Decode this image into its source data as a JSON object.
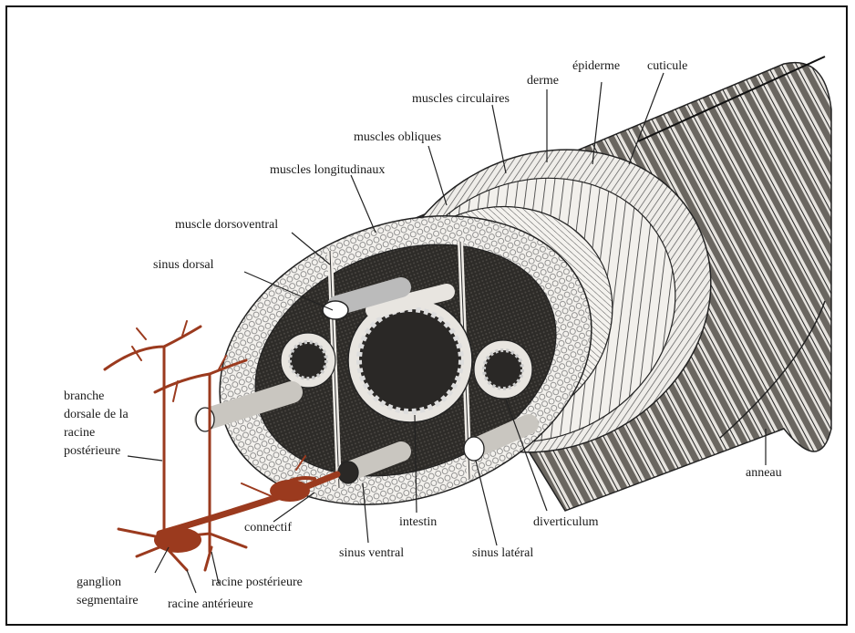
{
  "colors": {
    "nerve": "#9b3a1e",
    "ink": "#1a1a1a",
    "tissue": "#d9d6d0"
  },
  "labels": {
    "cuticule": "cuticule",
    "epiderme": "épiderme",
    "derme": "derme",
    "muscles_circulaires": "muscles circulaires",
    "muscles_obliques": "muscles obliques",
    "muscles_longitudinaux": "muscles longitudinaux",
    "muscle_dorsoventral": "muscle dorsoventral",
    "sinus_dorsal": "sinus dorsal",
    "branche_1": "branche",
    "branche_2": "dorsale de la",
    "branche_3": "racine",
    "branche_4": "postérieure",
    "anneau": "anneau",
    "connectif": "connectif",
    "intestin": "intestin",
    "diverticulum": "diverticulum",
    "sinus_ventral": "sinus ventral",
    "sinus_lateral": "sinus latéral",
    "ganglion_1": "ganglion",
    "ganglion_2": "segmentaire",
    "racine_posterieure": "racine postérieure",
    "racine_anterieure": "racine antérieure"
  }
}
